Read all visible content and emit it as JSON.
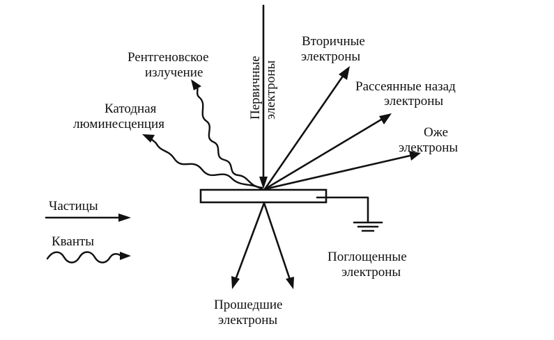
{
  "labels": {
    "primary_line1": "Первичные",
    "primary_line2": "электроны",
    "secondary_line1": "Вторичные",
    "secondary_line2": "электроны",
    "backscattered_line1": "Рассеянные назад",
    "backscattered_line2": "электроны",
    "auger_line1": "Оже",
    "auger_line2": "электроны",
    "xray_line1": "Рентгеновское",
    "xray_line2": "излучение",
    "cathodo_line1": "Катодная",
    "cathodo_line2": "люминесценция",
    "absorbed_line1": "Поглощенные",
    "absorbed_line2": "электроны",
    "transmitted_line1": "Прошедшие",
    "transmitted_line2": "электроны"
  },
  "legend": {
    "particles": "Частицы",
    "quanta": "Кванты"
  }
}
